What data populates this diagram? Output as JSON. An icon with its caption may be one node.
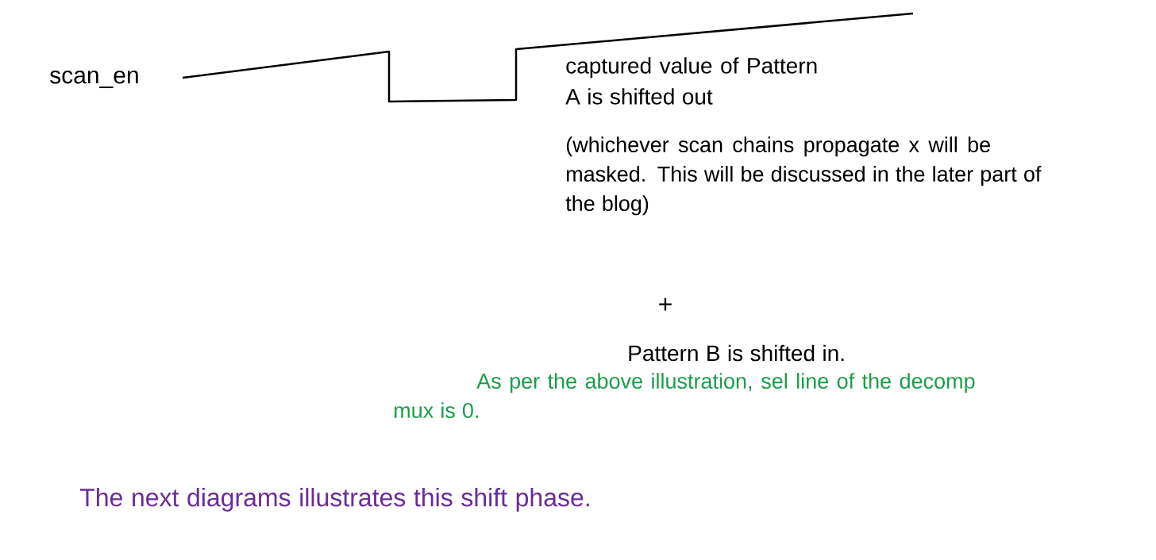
{
  "diagram": {
    "labels": [
      "scan_en",
      "captured value of Pattern A is shifted out",
      "(whichever scan chains propagate x will be masked. This will be discussed in the later part of the blog)",
      "+",
      "Pattern B is shifted in.",
      "As per the above illustration, sel line of the decomp mux is 0.",
      "The next diagrams illustrates this shift phase."
    ]
  }
}
